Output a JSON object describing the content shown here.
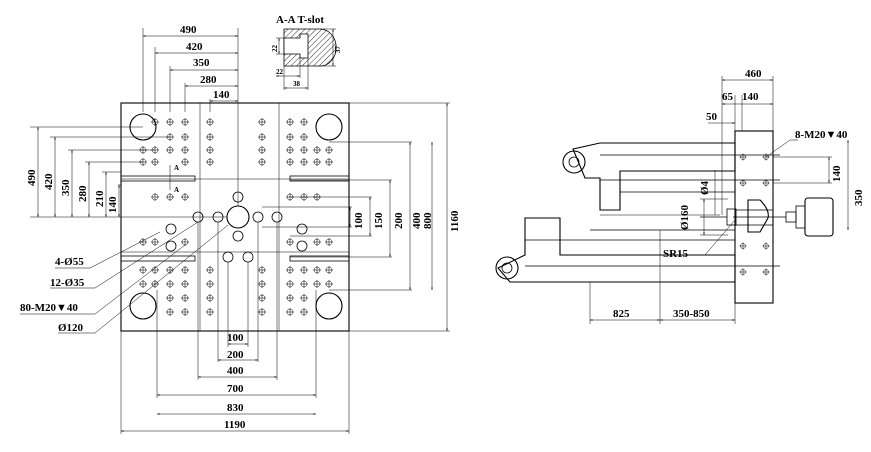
{
  "section": {
    "title": "A-A T-slot",
    "dims": [
      "22",
      "37",
      "22",
      "38"
    ],
    "marker": "A"
  },
  "platen": {
    "top_dims": [
      "490",
      "420",
      "350",
      "280",
      "140"
    ],
    "left_dims": [
      "490",
      "420",
      "350",
      "280",
      "210",
      "140"
    ],
    "right_dims": [
      "100",
      "150",
      "200",
      "400",
      "800",
      "1160"
    ],
    "bottom_dims": [
      "100",
      "200",
      "400",
      "700",
      "830",
      "1190"
    ],
    "callouts": [
      "4-Ø55",
      "12-Ø35",
      "80-M20▼40",
      "Ø120"
    ]
  },
  "side": {
    "top_dims": [
      "460",
      "65",
      "140",
      "50"
    ],
    "callout_right": "8-M20▼40",
    "right_dims": [
      "140",
      "350"
    ],
    "left_dims": [
      "Ø4",
      "Ø160"
    ],
    "radius": "SR15",
    "bottom_dims": [
      "825",
      "350-850"
    ]
  }
}
